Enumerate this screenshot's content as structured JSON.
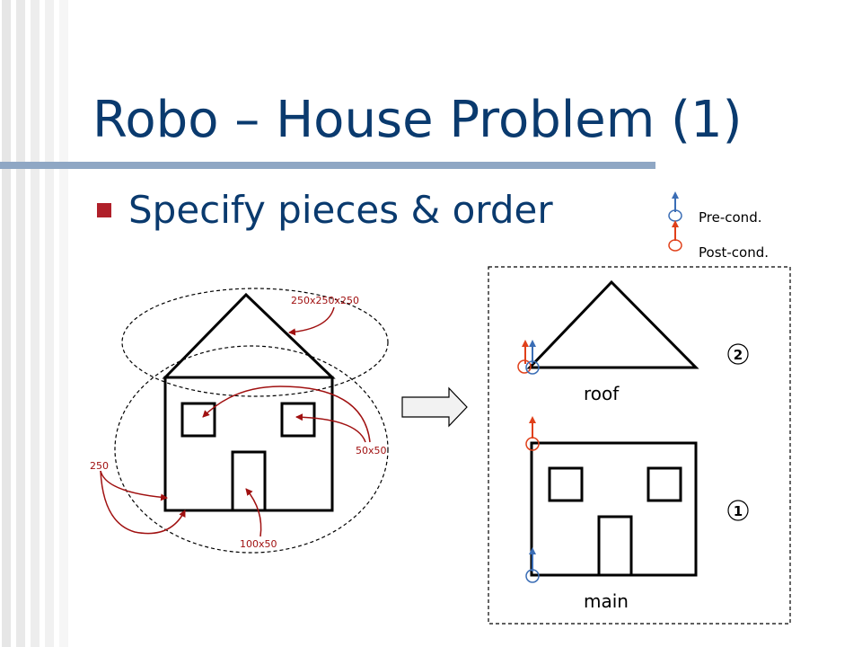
{
  "slide": {
    "title": "Robo – House Problem (1)",
    "bullet": "Specify pieces & order"
  },
  "legend": {
    "pre_cond": "Pre-cond.",
    "post_cond": "Post-cond.",
    "pre_color": "#3a6db5",
    "post_color": "#e0401a"
  },
  "left_house": {
    "annotations": {
      "roof": "250x250x250",
      "windows": "50x50",
      "walls": "250",
      "door": "100x50"
    },
    "annotation_color": "#a01010"
  },
  "right_panel": {
    "roof_label": "roof",
    "main_label": "main",
    "step_roof": "2",
    "step_main": "1"
  },
  "colors": {
    "title": "#0a3a6e",
    "accent_rule": "#8fa7c4",
    "bullet": "#b0202a"
  }
}
